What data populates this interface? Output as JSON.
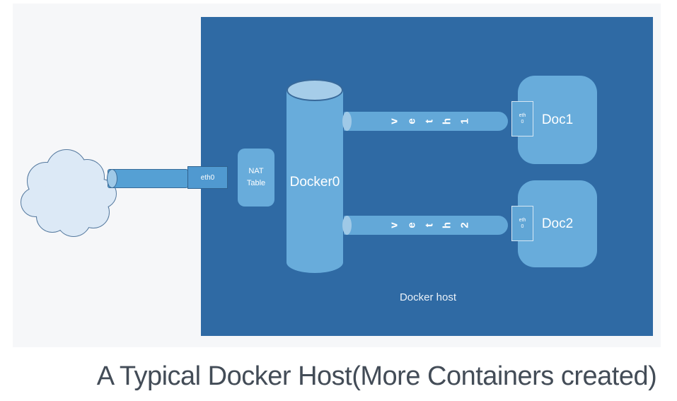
{
  "caption": "A Typical Docker Host(More Containers created)",
  "colors": {
    "page_bg": "#ffffff",
    "panel_bg": "#f6f7f9",
    "host_bg": "#2f6aa4",
    "shape_blue": "#68acdb",
    "shape_blue_soft": "#a6cde9",
    "pipe_blue": "#63a8d8",
    "pipe_cap": "#9fc9e7",
    "ext_pipe_blue": "#55a0d4",
    "ext_pipe_border": "#3a6c99",
    "eth0_box": "#5099d0",
    "eth0_box_border": "#2f628f",
    "container_eth_box": "#61a6d6",
    "cloud_fill": "#dce9f6",
    "cloud_stroke": "#567a9f",
    "label_text": "#ffffff",
    "caption_text": "#434c57"
  },
  "diagram": {
    "host_label": "Docker host",
    "bridge_label": "Docker0",
    "host_interface_label": "eth0",
    "nat_table": {
      "line1": "NAT",
      "line2": "Table"
    },
    "veth1": {
      "letters": [
        "v",
        "e",
        "t",
        "h",
        "1"
      ]
    },
    "veth2": {
      "letters": [
        "v",
        "e",
        "t",
        "h",
        "2"
      ]
    },
    "containers": [
      {
        "name": "Doc1",
        "iface_line1": "eth",
        "iface_line2": "0"
      },
      {
        "name": "Doc2",
        "iface_line1": "eth",
        "iface_line2": "0"
      }
    ]
  }
}
